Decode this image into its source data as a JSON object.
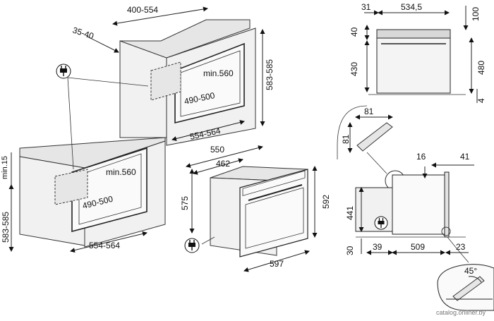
{
  "labels": {
    "upper_top_depth": "400-554",
    "upper_top_left": "35-40",
    "upper_right_height": "583-585",
    "upper_inner_min": "min.560",
    "upper_inner_width": "490-500",
    "upper_bottom_width": "554-564",
    "lower_min15": "min.15",
    "lower_height": "583-585",
    "lower_inner_min": "min.560",
    "lower_inner_width": "490-500",
    "lower_bottom_width": "554-564",
    "oven_depth_550": "550",
    "oven_depth_462": "462",
    "oven_height_575": "575",
    "oven_height_592": "592",
    "oven_width_597": "597",
    "front_31": "31",
    "front_534_5": "534,5",
    "front_100": "100",
    "front_40": "40",
    "front_430": "430",
    "front_480": "480",
    "front_4": "4",
    "detail_81_h": "81",
    "detail_81_v": "81",
    "side_16": "16",
    "side_41": "41",
    "side_441": "441",
    "side_30": "30",
    "side_39": "39",
    "side_509": "509",
    "side_23": "23",
    "angle_45": "45°",
    "watermark": "catalog.onliner.by"
  },
  "icons": [
    "power-plug-icon"
  ]
}
